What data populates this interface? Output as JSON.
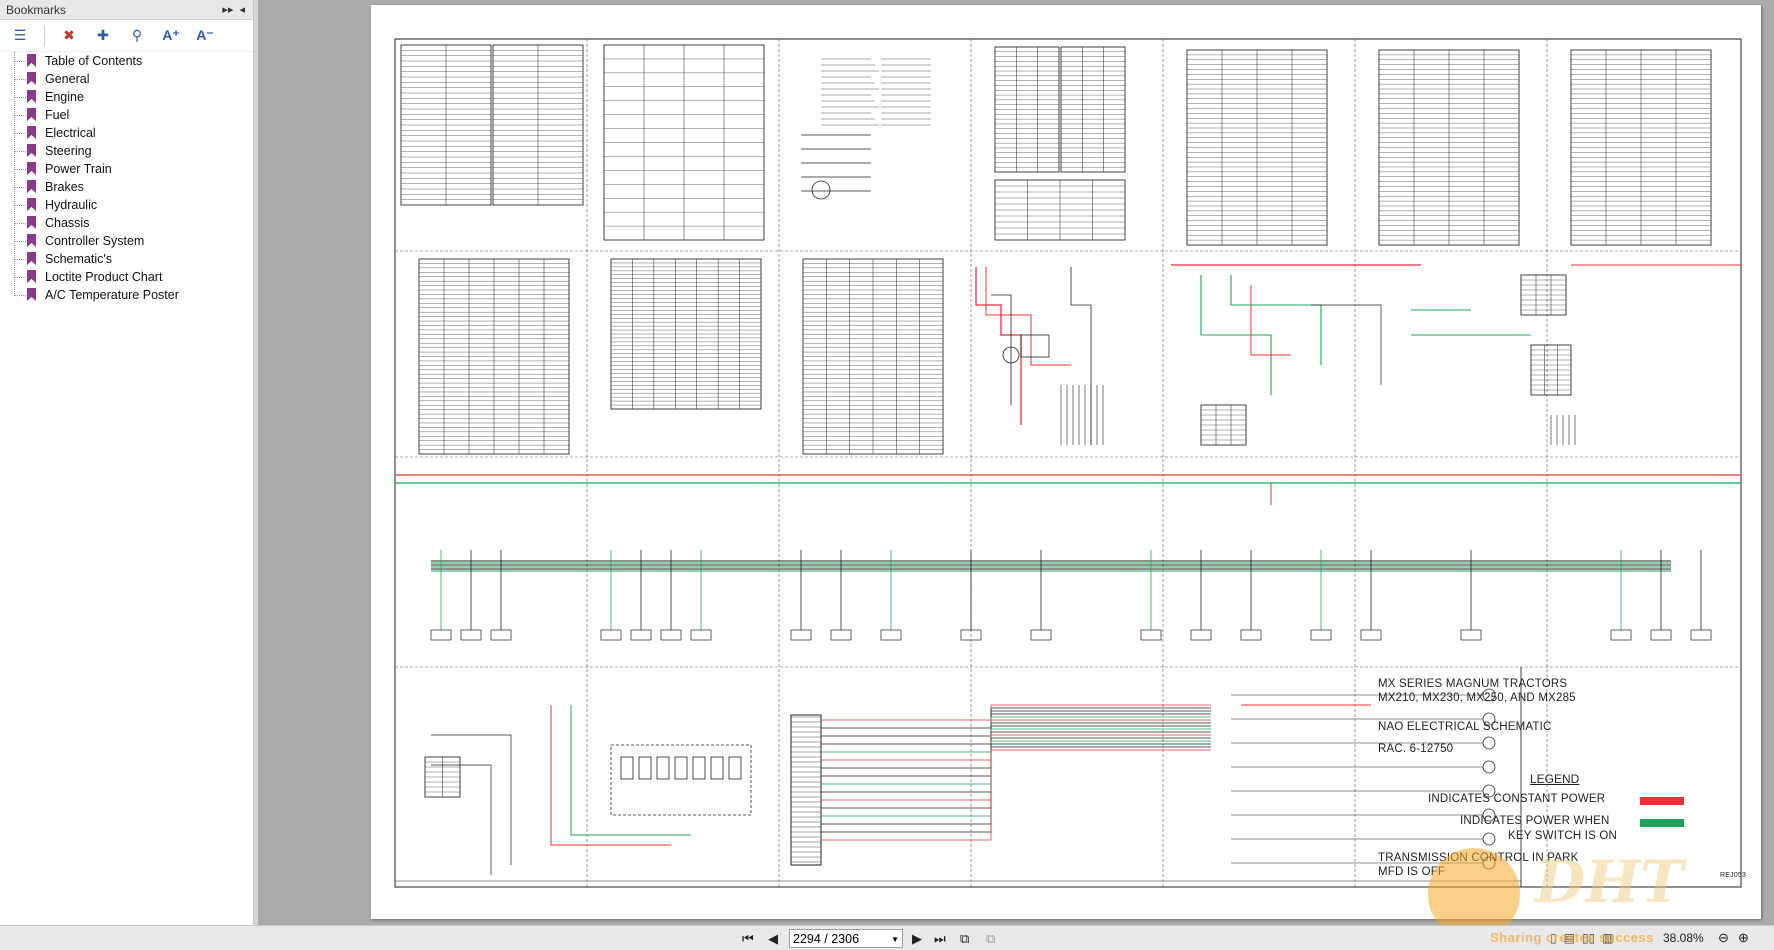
{
  "panel": {
    "title": "Bookmarks",
    "items": [
      {
        "label": "Table of Contents"
      },
      {
        "label": "General"
      },
      {
        "label": "Engine"
      },
      {
        "label": "Fuel"
      },
      {
        "label": "Electrical"
      },
      {
        "label": "Steering"
      },
      {
        "label": "Power Train"
      },
      {
        "label": "Brakes"
      },
      {
        "label": "Hydraulic"
      },
      {
        "label": "Chassis"
      },
      {
        "label": "Controller System"
      },
      {
        "label": "Schematic's"
      },
      {
        "label": "Loctite Product Chart"
      },
      {
        "label": "A/C Temperature Poster"
      }
    ],
    "bookmark_color": "#8a3a8a"
  },
  "document": {
    "title_line1": "MX SERIES MAGNUM TRACTORS",
    "title_line2": "MX210, MX230, MX250, AND MX285",
    "title_line3": "NAO ELECTRICAL SCHEMATIC",
    "title_line4": "RAC. 6-12750",
    "legend_head": "LEGEND",
    "legend_constant": "INDICATES CONSTANT POWER",
    "legend_key1": "INDICATES POWER WHEN",
    "legend_key2": "KEY SWITCH IS ON",
    "note1": "TRANSMISSION CONTROL IN PARK",
    "note2": "MFD IS OFF",
    "ref_code": "REJ053",
    "constant_color": "#e8333a",
    "key_color": "#1fa35a",
    "panel_titles": [
      "CIRCUIT DESCRIPTION",
      "ACTUATORS",
      "COLOR ABBREVIATIONS",
      "TABLE OF FUSES",
      "TABLE OF CONNECTOR LOCATIONS",
      "TABLE OF CONNECTOR LOCATIONS",
      "TABLE OF CONNECTOR LOCATIONS",
      "TABLE OF CONNECTOR LOCATIONS",
      "TABLE OF SPLICES",
      "TABLE OF SPLICES"
    ]
  },
  "bottombar": {
    "page_value": "2294 / 2306",
    "zoom": "38.08%",
    "watermark": "Sharing creates success"
  }
}
